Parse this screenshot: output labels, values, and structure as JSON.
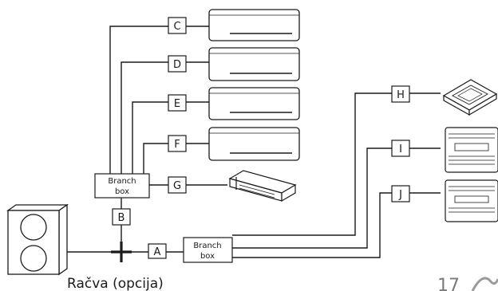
{
  "labels": {
    "a": "A",
    "b": "B",
    "c": "C",
    "d": "D",
    "e": "E",
    "f": "F",
    "g": "G",
    "h": "H",
    "i": "I",
    "j": "J"
  },
  "branch_box_1": {
    "line1": "Branch",
    "line2": "box"
  },
  "branch_box_2": {
    "line1": "Branch",
    "line2": "box"
  },
  "caption": "Račva (opcija)",
  "page_number": "17",
  "colors": {
    "line": "#1a1a1a",
    "page_number": "#7a7a7a"
  },
  "icons": {
    "outdoor_unit": "outdoor-unit-icon",
    "wall_unit": "wall-mounted-unit-icon",
    "ducted_unit": "ducted-unit-icon",
    "cassette_unit": "cassette-unit-icon",
    "console_unit": "floor-console-unit-icon",
    "logo": "brand-logo-icon"
  }
}
